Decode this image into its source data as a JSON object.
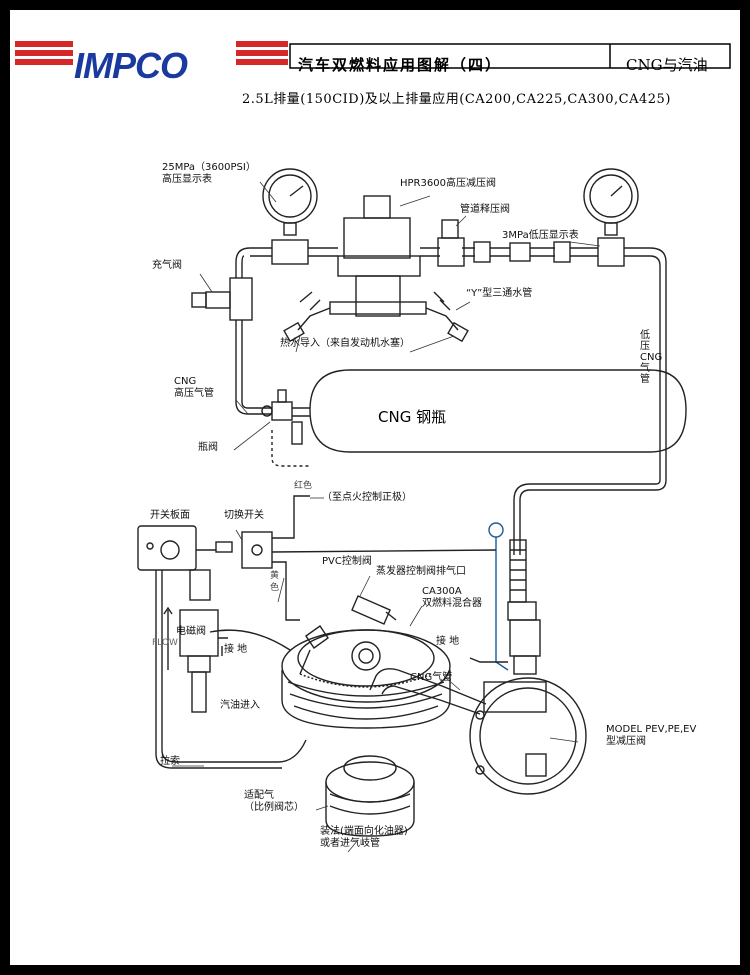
{
  "header": {
    "brand": "IMPCO",
    "title": "汽车双燃料应用图解（四）",
    "right": "CNG与汽油",
    "subtitle": "2.5L排量(150CID)及以上排量应用(CA200,CA225,CA300,CA425)"
  },
  "diagram": {
    "tank": "CNG 钢瓶",
    "labels": {
      "high_gauge_1": "25MPa（3600PSI）",
      "high_gauge_2": "高压显示表",
      "hpr": "HPR3600高压减压阀",
      "relief": "管道释压阀",
      "low_gauge": "3MPa低压显示表",
      "fill_valve": "充气阀",
      "y_tee": "“Y”型三通水管",
      "hot_water": "热水导入（来自发动机水塞）",
      "cng_hp_1": "CNG",
      "cng_hp_2": "高压气管",
      "low_cng": "低压CNG气管",
      "bottle_valve": "瓶阀",
      "red_wire": "红色",
      "ignition": "（至点火控制正极）",
      "panel": "开关板面",
      "switch": "切换开关",
      "yellow_wire": "黄色",
      "pvc": "PVC控制阀",
      "evap": "蒸发器控制阀排气口",
      "mixer_1": "CA300A",
      "mixer_2": "双燃料混合器",
      "solenoid": "电磁阀",
      "ground_1": "接 地",
      "ground_2": "接 地",
      "flow": "FLOW",
      "cng_pipe": "CNG气管",
      "gasoline_in": "汽油进入",
      "model_1": "MODEL PEV,PE,EV",
      "model_2": "型减压阀",
      "cable": "拉索",
      "adapter_1": "适配气",
      "adapter_2": "（比例阀芯）",
      "install_1": "装法(端面向化油器)",
      "install_2": "或者进气岐管"
    }
  }
}
